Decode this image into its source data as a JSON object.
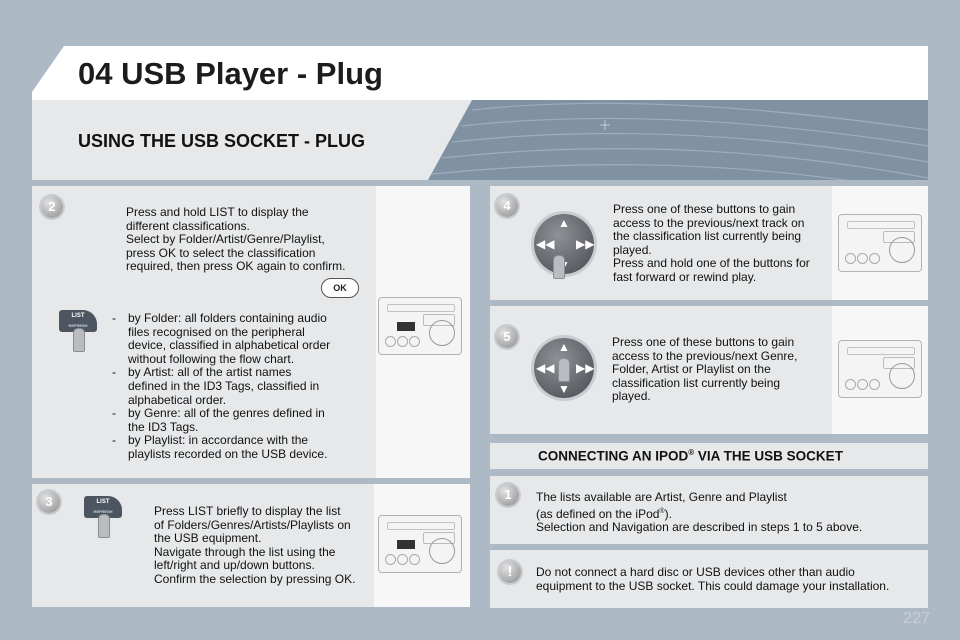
{
  "header": {
    "title": "04 USB Player - Plug",
    "subtitle": "USING THE USB SOCKET - PLUG"
  },
  "steps": {
    "s2": {
      "number": "2",
      "lines": [
        "Press and hold LIST to display the",
        "different classifications.",
        "Select by Folder/Artist/Genre/Playlist,",
        "press OK to select the classification",
        "required, then press OK again to confirm."
      ],
      "ok_label": "OK",
      "list_label": "LIST",
      "list_sub": "REFRESH",
      "bullets": [
        [
          "by Folder: all folders containing audio",
          "files recognised on the peripheral",
          "device, classified in alphabetical order",
          "without following the flow chart."
        ],
        [
          "by Artist: all of the artist names",
          "defined in the ID3 Tags, classified in",
          "alphabetical order."
        ],
        [
          "by Genre: all of the genres defined in",
          "the ID3 Tags."
        ],
        [
          "by Playlist: in accordance with the",
          "playlists recorded on the USB device."
        ]
      ]
    },
    "s3": {
      "number": "3",
      "list_label": "LIST",
      "list_sub": "REFRESH",
      "lines": [
        "Press LIST briefly to display the list",
        "of Folders/Genres/Artists/Playlists on",
        "the USB equipment.",
        "Navigate through the list using the",
        "left/right and up/down buttons.",
        "Confirm the selection by pressing OK."
      ]
    },
    "s4": {
      "number": "4",
      "lines": [
        "Press one of these buttons to gain",
        "access to the previous/next track on",
        "the classification list currently being",
        "played.",
        "Press and hold one of the buttons for",
        "fast forward or rewind play."
      ]
    },
    "s5": {
      "number": "5",
      "lines": [
        "Press one of these buttons to gain",
        "access to the previous/next Genre,",
        "Folder, Artist or Playlist on the",
        "classification list currently being",
        "played."
      ]
    }
  },
  "ipod": {
    "heading_main": "CONNECTING AN IPOD",
    "heading_sup": "®",
    "heading_tail": " VIA THE USB SOCKET",
    "number": "1",
    "line1": "The lists available are Artist, Genre and Playlist",
    "line2_a": "(as defined on the iPod",
    "line2_sup": "®",
    "line2_b": ").",
    "line3": "Selection and Navigation are described in steps 1 to 5 above."
  },
  "warning": {
    "icon": "exclamation-icon",
    "symbol": "!",
    "lines": [
      "Do not connect a hard disc or USB devices other than audio",
      "equipment to the USB socket. This could damage your installation."
    ]
  },
  "page_number": "227",
  "colors": {
    "background": "#aeb9c6",
    "panel": "#e6e8ea",
    "decor_band": "#7f91a3"
  }
}
